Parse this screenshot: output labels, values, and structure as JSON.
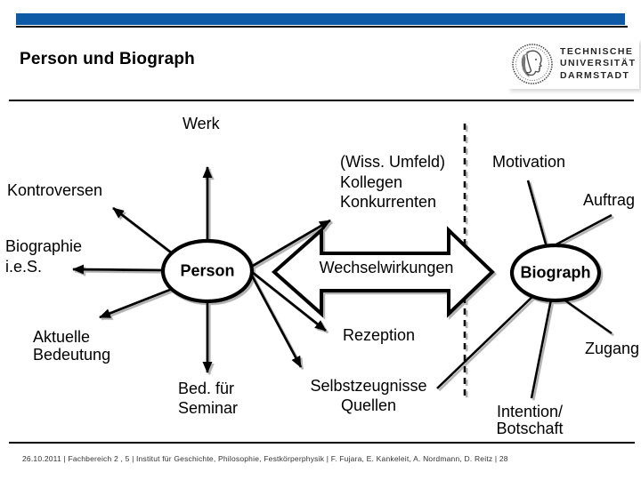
{
  "slide": {
    "title": "Person und Biograph",
    "footer_text": "26.10.2011  |  Fachbereich 2 , 5 |  Institut für Geschichte, Philosophie, Festkörperphysik  |  F. Fujara, E. Kankeleit, A. Nordmann, D. Reitz | 28"
  },
  "logo": {
    "line1": "TECHNISCHE",
    "line2": "UNIVERSITÄT",
    "line3": "DARMSTADT"
  },
  "colors": {
    "accent_blue": "#0e5aa7",
    "line_black": "#000000",
    "shadow_gray": "#9e9e9e"
  },
  "diagram": {
    "nodes": {
      "person": "Person",
      "biograph": "Biograph",
      "exchange": "Wechselwirkungen"
    },
    "labels": {
      "werk": "Werk",
      "kontroversen": "Kontroversen",
      "wiss_line1": "(Wiss. Umfeld)",
      "wiss_line2": "Kollegen",
      "wiss_line3": "Konkurrenten",
      "motivation": "Motivation",
      "auftrag": "Auftrag",
      "biographie_line1": "Biographie",
      "biographie_line2": "i.e.S.",
      "aktuelle_line1": "Aktuelle",
      "aktuelle_line2": "Bedeutung",
      "rezeption": "Rezeption",
      "zugang": "Zugang",
      "bed_line1": "Bed. für",
      "bed_line2": "Seminar",
      "selbst_line1": "Selbstzeugnisse",
      "selbst_line2": "Quellen",
      "intention_line1": "Intention/",
      "intention_line2": "Botschaft"
    }
  }
}
